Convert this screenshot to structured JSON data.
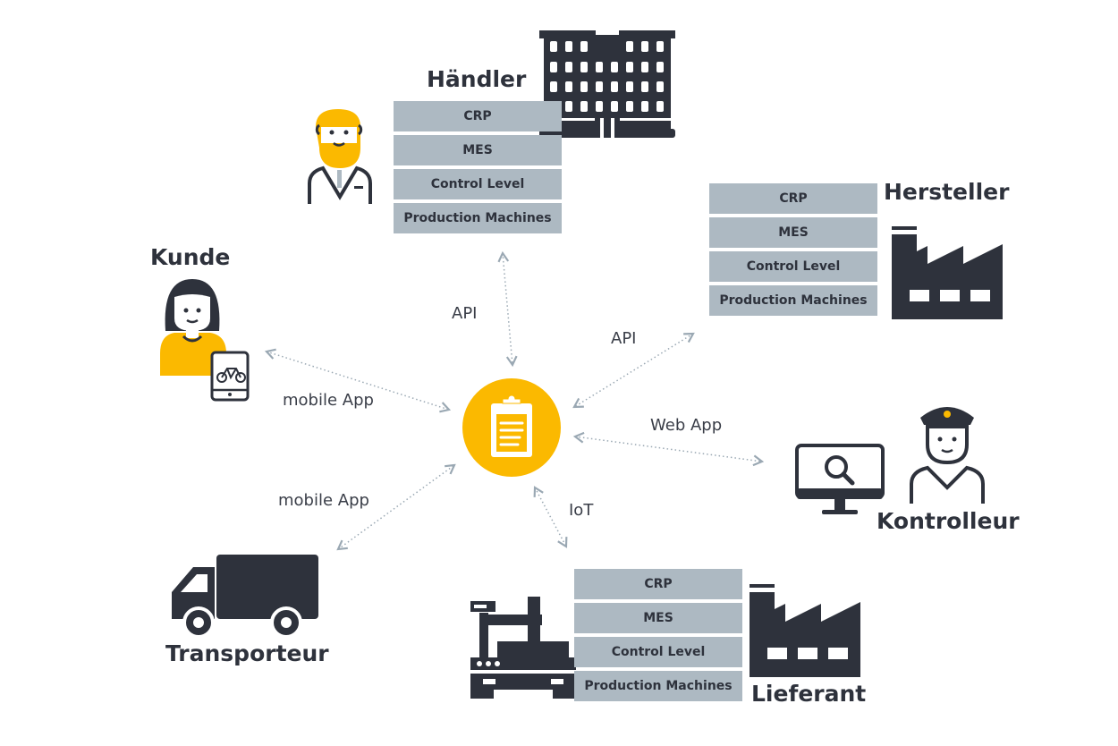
{
  "center": {
    "icon": "clipboard-icon",
    "color": "#fbb900"
  },
  "stack_rows": [
    "CRP",
    "MES",
    "Control Level",
    "Production Machines"
  ],
  "actors": {
    "haendler": {
      "title": "Händler",
      "stack": [
        "CRP",
        "MES",
        "Control Level",
        "Production Machines"
      ]
    },
    "hersteller": {
      "title": "Hersteller",
      "stack": [
        "CRP",
        "MES",
        "Control Level",
        "Production Machines"
      ]
    },
    "lieferant": {
      "title": "Lieferant",
      "stack": [
        "CRP",
        "MES",
        "Control Level",
        "Production Machines"
      ]
    },
    "kunde": {
      "title": "Kunde"
    },
    "transporteur": {
      "title": "Transporteur"
    },
    "kontrolleur": {
      "title": "Kontrolleur"
    }
  },
  "connections": {
    "haendler": "API",
    "hersteller": "API",
    "kunde": "mobile App",
    "kontrolleur": "Web App",
    "transporteur": "mobile App",
    "lieferant": "IoT"
  },
  "colors": {
    "dark": "#2e323c",
    "box": "#adb9c2",
    "accent": "#fbb900",
    "arrow": "#9aa8b3"
  }
}
